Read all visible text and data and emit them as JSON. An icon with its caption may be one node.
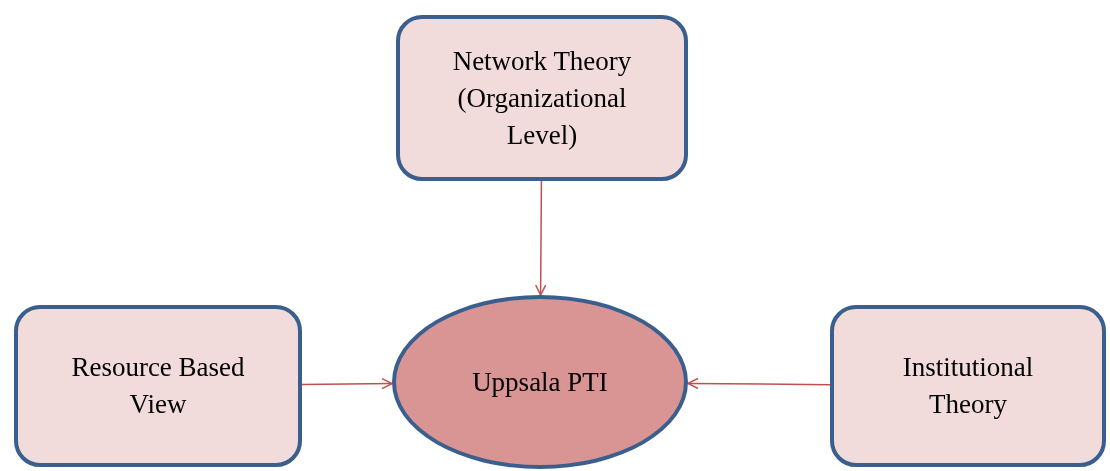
{
  "diagram": {
    "nodes": [
      {
        "text": [
          "Network Theory (Organizational Level)"
        ]
      },
      {
        "text": [
          "Resource Based View"
        ]
      },
      {
        "text": [
          "Uppsala PTI"
        ]
      },
      {
        "text": [
          "Institutional Theory"
        ]
      }
    ],
    "edges": [
      {
        "from": 0,
        "to": 2,
        "arrow": "to"
      },
      {
        "from": 1,
        "to": 2,
        "arrow": "to"
      },
      {
        "from": 3,
        "to": 2,
        "arrow": "to"
      }
    ]
  }
}
